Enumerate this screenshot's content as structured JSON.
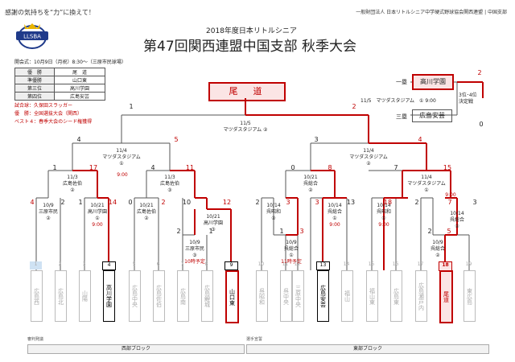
{
  "header": {
    "slogan": "感謝の気持ちを“力”に換えて！",
    "organizer": "一般財団法人 日本リトルシニア中学硬式野球協会関西連盟 | 中国支部",
    "logo_text": "LLSBA",
    "year_line": "2018年度日本リトルシニア",
    "title": "第47回関西連盟中国支部 秋季大会",
    "opening": "開会式：10月9日（月祝）8:30～（三原市民球場）"
  },
  "results": [
    {
      "rank": "優　勝",
      "team": "尾　道"
    },
    {
      "rank": "準優勝",
      "team": "山口東"
    },
    {
      "rank": "第三位",
      "team": "高川学園"
    },
    {
      "rank": "第四位",
      "team": "広島安芸"
    }
  ],
  "notes": [
    "試合球：久保田スラッガー",
    "優　勝：全国選抜大会（関西）",
    "ベスト４：春季大会のシード権獲得"
  ],
  "champion": "尾　道",
  "final": {
    "date": "11/5",
    "venue": "マツダスタジアム",
    "num": "②",
    "left_score": "1",
    "right_score": "2"
  },
  "third_place": {
    "first_label": "一塁",
    "third_label": "三塁",
    "team1": "高川学園",
    "team2": "広島安芸",
    "score1": "2",
    "score2": "0",
    "info": "11/5　マツダスタジアム　① 9:00",
    "label": "3位･4位\n決定戦"
  },
  "semis": [
    {
      "date": "11/4",
      "venue": "マツダスタジアム",
      "num": "①",
      "ls": "4",
      "rs": "5"
    },
    {
      "date": "11/4",
      "venue": "マツダスタジアム",
      "num": "②",
      "ls": "3",
      "rs": "4"
    }
  ],
  "quarters": [
    {
      "date": "11/3",
      "venue": "広島佐伯",
      "num": "②",
      "ls": "1",
      "rs": "17",
      "time": "9:00"
    },
    {
      "date": "11/3",
      "venue": "広島佐伯",
      "num": "③",
      "ls": "4",
      "rs": "11",
      "time": ""
    },
    {
      "date": "10/21",
      "venue": "呉総合",
      "num": "②",
      "ls": "0",
      "rs": "8",
      "time": ""
    },
    {
      "date": "11/4",
      "venue": "マツダスタジアム",
      "num": "①",
      "ls": "7",
      "rs": "15",
      "time": "9:00"
    }
  ],
  "r2": [
    {
      "date": "10/9",
      "venue": "三原市民",
      "num": "②",
      "ls": "4",
      "rs": "2"
    },
    {
      "date": "10/21",
      "venue": "高川学園",
      "num": "①",
      "ls": "1",
      "rs": "14",
      "time": "9:00"
    },
    {
      "date": "10/21",
      "venue": "広島佐伯",
      "num": "②",
      "ls": "0",
      "rs": "2"
    },
    {
      "date": "10/21",
      "venue": "高川学園",
      "num": "③",
      "ls": "10",
      "rs": "12"
    },
    {
      "date": "10/14",
      "venue": "呉昭和",
      "num": "②",
      "ls": "2",
      "rs": "3"
    },
    {
      "date": "10/14",
      "venue": "呉総合",
      "num": "①",
      "ls": "3",
      "rs": "13",
      "time": "9:00"
    },
    {
      "date": "10/14",
      "venue": "呉昭和",
      "num": "①",
      "ls": "18",
      "rs": "2",
      "time": "9:00"
    },
    {
      "date": "10/14",
      "venue": "呉総合",
      "num": "②",
      "ls": "7",
      "rs": "3"
    }
  ],
  "r1": [
    {
      "date": "10/9",
      "venue": "三原市民",
      "num": "③",
      "note": "10時予定",
      "ls": "2",
      "rs": "1"
    },
    {
      "date": "10/9",
      "venue": "呉総合",
      "num": "①",
      "note": "11時予定",
      "ls": "1",
      "rs": "3"
    },
    {
      "date": "10/9",
      "venue": "呉総合",
      "num": "②",
      "note": "",
      "ls": "2",
      "rs": "5"
    }
  ],
  "teams": [
    {
      "num": "1",
      "name": "広島西"
    },
    {
      "num": "2",
      "name": "広島北"
    },
    {
      "num": "3",
      "name": "山陽"
    },
    {
      "num": "4",
      "name": "高川学園"
    },
    {
      "num": "5",
      "name": "広島中央"
    },
    {
      "num": "6",
      "name": "広島佐伯"
    },
    {
      "num": "7",
      "name": "広島南"
    },
    {
      "num": "8",
      "name": "広島鯉城"
    },
    {
      "num": "9",
      "name": "山口東"
    },
    {
      "num": "10",
      "name": "呉昭和"
    },
    {
      "num": "11",
      "name": "呉中央"
    },
    {
      "num": "12",
      "name": "三原中央"
    },
    {
      "num": "13",
      "name": "広島安芸"
    },
    {
      "num": "14",
      "name": "福山"
    },
    {
      "num": "15",
      "name": "福山東"
    },
    {
      "num": "16",
      "name": "広島東"
    },
    {
      "num": "17",
      "name": "広島瀬戸内"
    },
    {
      "num": "18",
      "name": "尾道"
    },
    {
      "num": "19",
      "name": "東広島"
    }
  ],
  "footer": {
    "left_note": "審判発議",
    "mid_note": "選手宣誓",
    "west": "西部ブロック",
    "east": "東部ブロック"
  },
  "colors": {
    "winner_line": "#c00000",
    "line": "#555555",
    "champion_fill": "#fbe5e5"
  }
}
